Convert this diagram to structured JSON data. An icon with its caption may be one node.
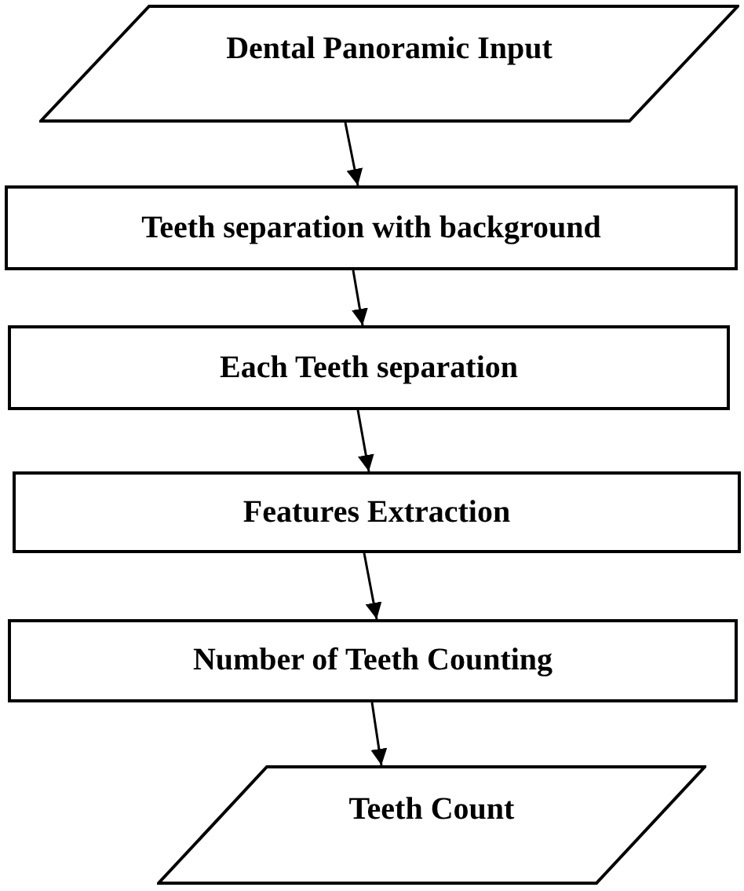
{
  "diagram": {
    "nodes": [
      {
        "text": [
          "Dental Panoramic Input"
        ]
      },
      {
        "text": [
          "Teeth separation with background"
        ]
      },
      {
        "text": [
          "Each Teeth separation"
        ]
      },
      {
        "text": [
          "Features Extraction"
        ]
      },
      {
        "text": [
          "Number of Teeth Counting"
        ]
      },
      {
        "text": [
          "Teeth Count"
        ]
      }
    ],
    "edges": [
      {
        "from": 0,
        "to": 1,
        "arrow": "to"
      },
      {
        "from": 1,
        "to": 2,
        "arrow": "to"
      },
      {
        "from": 2,
        "to": 3,
        "arrow": "to"
      },
      {
        "from": 3,
        "to": 4,
        "arrow": "to"
      },
      {
        "from": 4,
        "to": 5,
        "arrow": "to"
      }
    ]
  }
}
